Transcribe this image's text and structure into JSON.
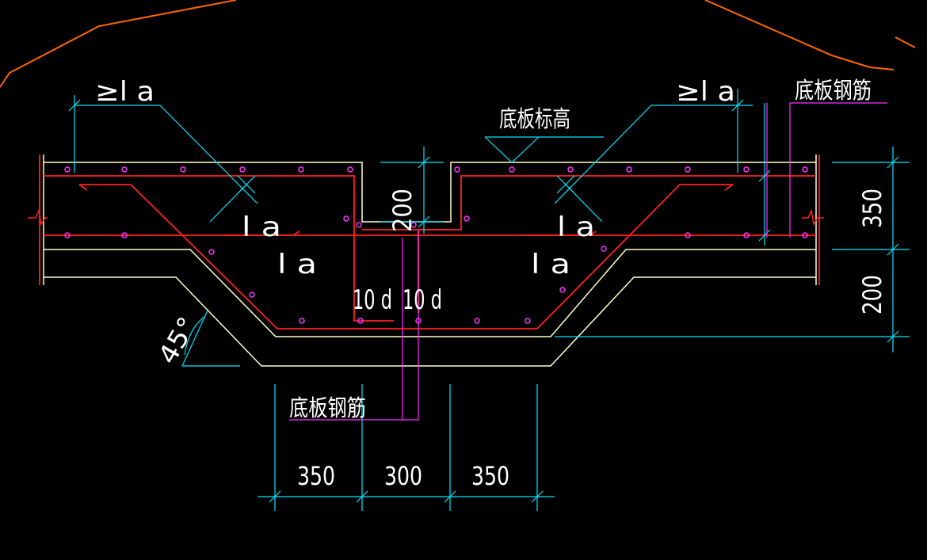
{
  "labels": {
    "ge_la_left": "≥l a",
    "ge_la_right": "≥l a",
    "slab_elevation": "底板标高",
    "slab_rebar_top": "底板钢筋",
    "slab_rebar_bottom": "底板钢筋",
    "la_upper_left": "l a",
    "la_lower_left": "l a",
    "la_upper_right": "l a",
    "la_lower_right": "l a",
    "ten_d_left": "10 d",
    "ten_d_right": "10 d",
    "angle_45": "45°",
    "dim_200_step": "200",
    "dim_350_right": "350",
    "dim_200_right": "200",
    "dim_350_bottom_left": "350",
    "dim_300_bottom": "300",
    "dim_350_bottom_right": "350"
  },
  "colors": {
    "background": "#000000",
    "concrete_outline": "#ffffcc",
    "rebar": "#ff2020",
    "rebar_dots": "#ff30ff",
    "dimension": "#00e5ff",
    "leader": "#ff30ff",
    "boundary": "#ff6600",
    "text": "#ffffff"
  }
}
